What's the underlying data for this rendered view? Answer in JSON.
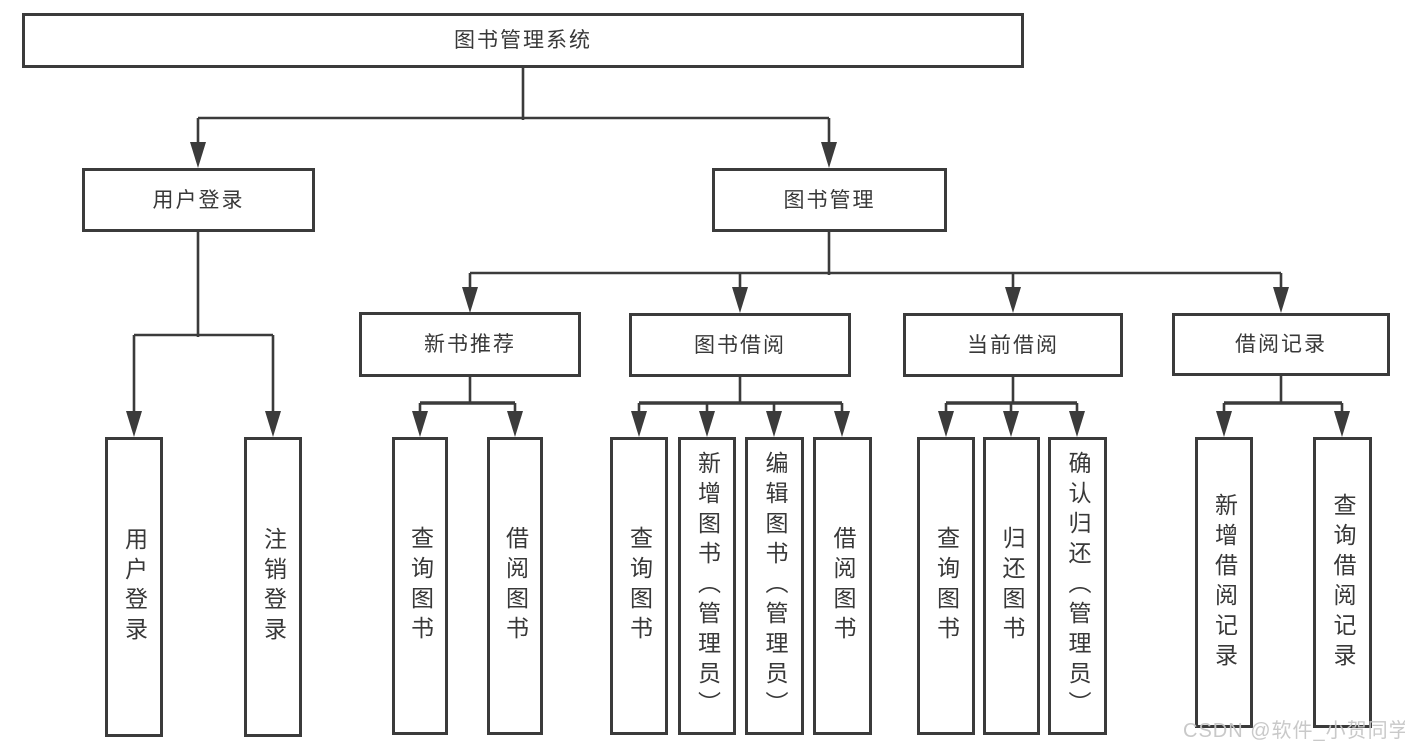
{
  "tree": {
    "root": {
      "label": "图书管理系统",
      "children": [
        {
          "label": "用户登录",
          "children": [
            {
              "label": "用户登录"
            },
            {
              "label": "注销登录"
            }
          ]
        },
        {
          "label": "图书管理",
          "children": [
            {
              "label": "新书推荐",
              "children": [
                {
                  "label": "查询图书"
                },
                {
                  "label": "借阅图书"
                }
              ]
            },
            {
              "label": "图书借阅",
              "children": [
                {
                  "label": "查询图书"
                },
                {
                  "label": "新增图书（管理员）"
                },
                {
                  "label": "编辑图书（管理员）"
                },
                {
                  "label": "借阅图书"
                }
              ]
            },
            {
              "label": "当前借阅",
              "children": [
                {
                  "label": "查询图书"
                },
                {
                  "label": "归还图书"
                },
                {
                  "label": "确认归还（管理员）"
                }
              ]
            },
            {
              "label": "借阅记录",
              "children": [
                {
                  "label": "新增借阅记录"
                },
                {
                  "label": "查询借阅记录"
                }
              ]
            }
          ]
        }
      ]
    }
  },
  "watermark": "CSDN @软件_小贺同学",
  "colors": {
    "line": "#3b3b3b",
    "text": "#383838",
    "box_background": "#ffffff",
    "watermark": "#c6c6c6"
  }
}
